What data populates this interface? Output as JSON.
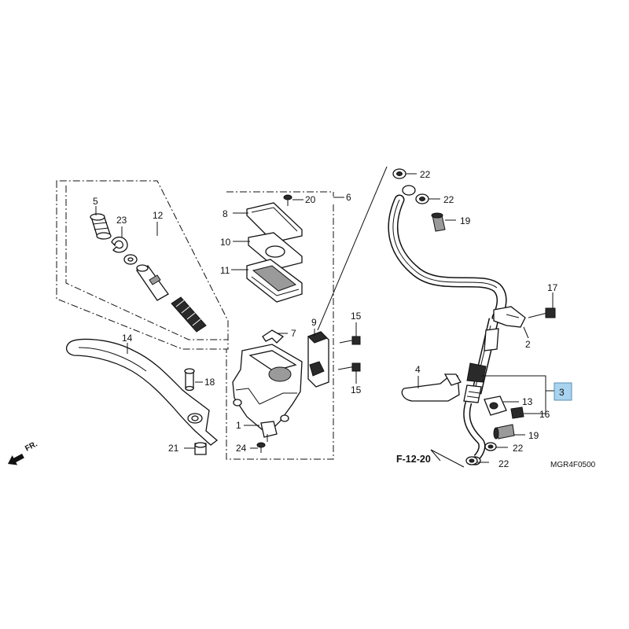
{
  "parts": {
    "p1": "1",
    "p2": "2",
    "p3": "3",
    "p4": "4",
    "p5": "5",
    "p6": "6",
    "p7": "7",
    "p8": "8",
    "p9": "9",
    "p10": "10",
    "p11": "11",
    "p12": "12",
    "p13": "13",
    "p14": "14",
    "p15a": "15",
    "p15b": "15",
    "p16": "16",
    "p17": "17",
    "p18": "18",
    "p19a": "19",
    "p19b": "19",
    "p20": "20",
    "p21": "21",
    "p22a": "22",
    "p22b": "22",
    "p22c": "22",
    "p22d": "22",
    "p23": "23",
    "p24": "24"
  },
  "reference": "F-12-20",
  "diagram_code": "MGR4F0500",
  "front_marker": "FR.",
  "colors": {
    "highlight": "#a9d3ee",
    "line": "#111111"
  }
}
